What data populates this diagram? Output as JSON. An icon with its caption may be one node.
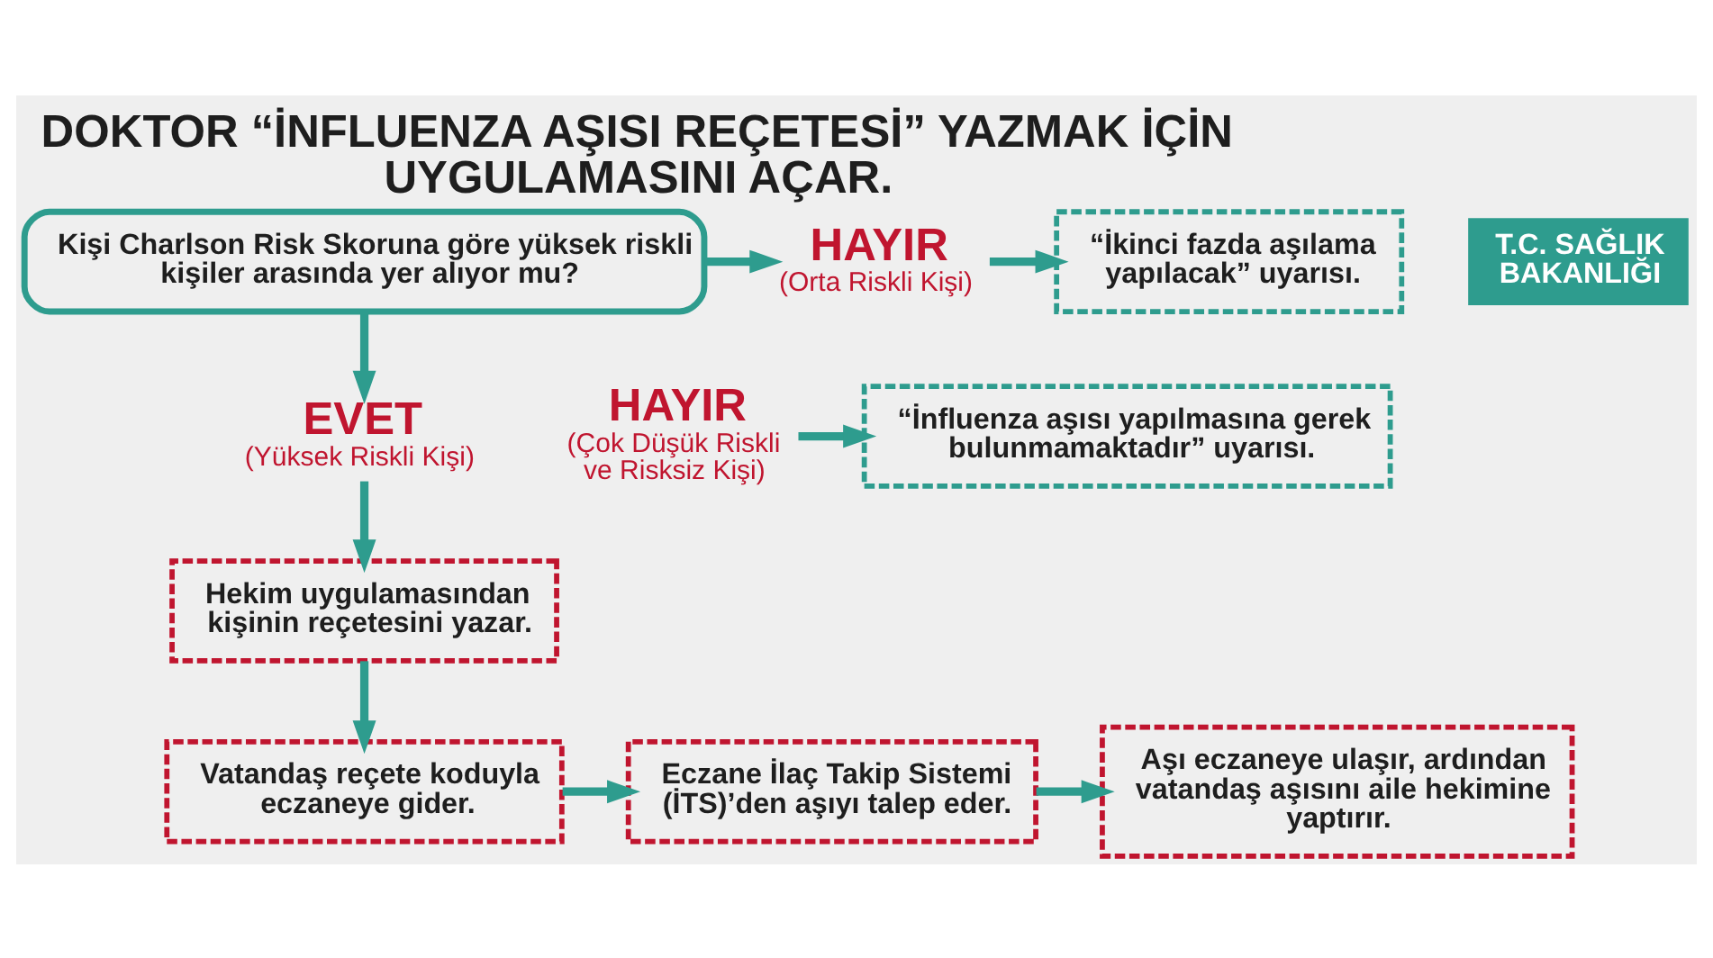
{
  "diagram": {
    "title": "DOKTOR “İNFLUENZA AŞISI REÇETESİ” YAZMAK İÇİN UYGULAMASINI AÇAR.",
    "nodes": [
      {
        "text": [
          "Kişi Charlson Risk Skoruna göre yüksek riskli kişiler arasında yer alıyor mu?"
        ]
      },
      {
        "text": [
          "HAYIR",
          "(Orta Riskli Kişi)"
        ]
      },
      {
        "text": [
          "“İkinci fazda aşılama yapılacak” uyarısı."
        ]
      },
      {
        "text": [
          "EVET",
          "(Yüksek Riskli Kişi)"
        ]
      },
      {
        "text": [
          "HAYIR",
          "(Çok Düşük Riskli ve Risksiz Kişi)"
        ]
      },
      {
        "text": [
          "“İnfluenza aşısı yapılmasına gerek bulunmamaktadır” uyarısı."
        ]
      },
      {
        "text": [
          "Hekim uygulamasından kişinin reçetesini yazar."
        ]
      },
      {
        "text": [
          "Vatandaş reçete koduyla eczaneye gider."
        ]
      },
      {
        "text": [
          "Eczane İlaç Takip Sistemi (İTS)’den aşıyı talep eder."
        ]
      },
      {
        "text": [
          "Aşı eczaneye ulaşır, ardından vatandaş aşısını aile hekimine yaptırır."
        ]
      }
    ],
    "edges": [
      {
        "from": 0,
        "to": 1,
        "arrow": "to"
      },
      {
        "from": 1,
        "to": 2,
        "arrow": "to"
      },
      {
        "from": 0,
        "to": 3,
        "arrow": "to"
      },
      {
        "from": 4,
        "to": 5,
        "arrow": "to"
      },
      {
        "from": 3,
        "to": 6,
        "arrow": "to"
      },
      {
        "from": 6,
        "to": 7,
        "arrow": "to"
      },
      {
        "from": 7,
        "to": 8,
        "arrow": "to"
      },
      {
        "from": 8,
        "to": 9,
        "arrow": "to"
      }
    ],
    "labels": [
      "T.C. SAĞLIK BAKANLIĞI"
    ]
  }
}
